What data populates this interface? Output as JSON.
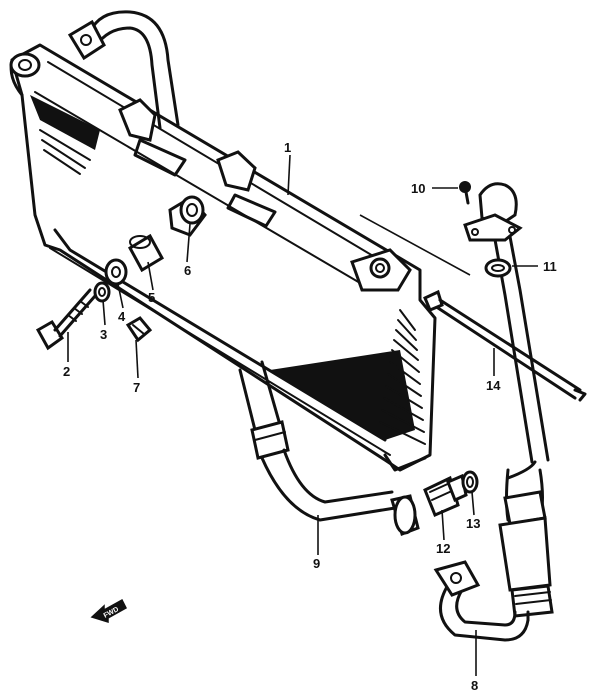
{
  "diagram": {
    "callouts": [
      {
        "id": "1",
        "label": "1"
      },
      {
        "id": "2",
        "label": "2"
      },
      {
        "id": "3",
        "label": "3"
      },
      {
        "id": "4",
        "label": "4"
      },
      {
        "id": "5",
        "label": "5"
      },
      {
        "id": "6",
        "label": "6"
      },
      {
        "id": "7",
        "label": "7"
      },
      {
        "id": "8",
        "label": "8"
      },
      {
        "id": "9",
        "label": "9"
      },
      {
        "id": "10",
        "label": "10"
      },
      {
        "id": "11",
        "label": "11"
      },
      {
        "id": "12",
        "label": "12"
      },
      {
        "id": "13",
        "label": "13"
      },
      {
        "id": "14",
        "label": "14"
      }
    ],
    "direction_arrow": {
      "label": "FWD",
      "icon": "forward-arrow-icon"
    },
    "colors": {
      "ink": "#111111",
      "paper": "#ffffff"
    }
  }
}
